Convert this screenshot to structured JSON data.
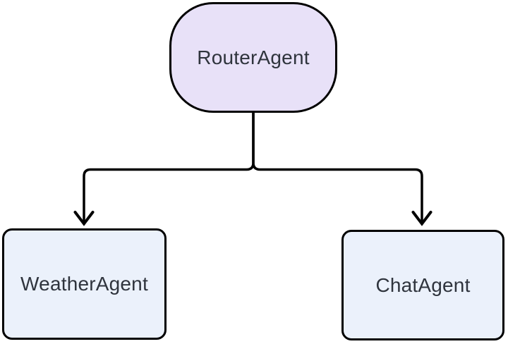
{
  "diagram": {
    "type": "flowchart",
    "direction": "top-down",
    "nodes": [
      {
        "id": "RouterAgent",
        "label": "RouterAgent",
        "shape": "stadium"
      },
      {
        "id": "WeatherAgent",
        "label": "WeatherAgent",
        "shape": "rounded-rectangle"
      },
      {
        "id": "ChatAgent",
        "label": "ChatAgent",
        "shape": "rounded-rectangle"
      }
    ],
    "edges": [
      {
        "from": "RouterAgent",
        "to": "WeatherAgent",
        "arrow": "open-chevron"
      },
      {
        "from": "RouterAgent",
        "to": "ChatAgent",
        "arrow": "open-chevron"
      }
    ]
  },
  "colors": {
    "canvas_bg": "#ffffff",
    "router_fill": "#e8e1f8",
    "agent_fill": "#ebf1fb",
    "stroke": "#000000",
    "text": "#2f343d"
  }
}
